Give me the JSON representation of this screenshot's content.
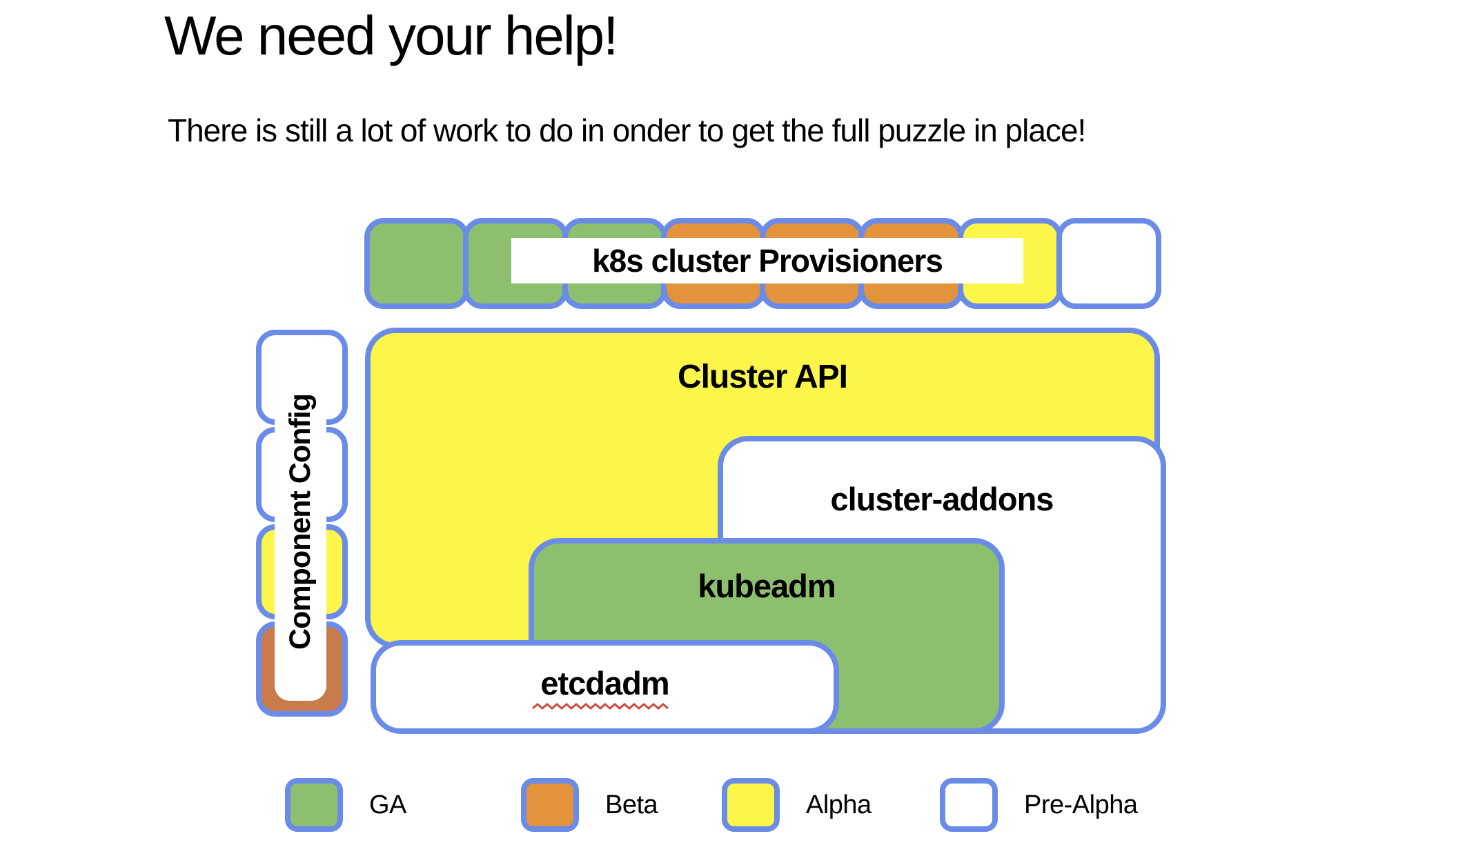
{
  "slide": {
    "title": "We need your help!",
    "subtitle": "There is still a lot of work to do in onder to get the full puzzle in place!"
  },
  "colors": {
    "ga": "#8CC06F",
    "beta": "#E2933C",
    "beta_dark": "#C87C4B",
    "alpha": "#FCF64B",
    "pre_alpha": "#FFFFFF",
    "border_blue": "#6A8BE8",
    "label_text": "#000000",
    "spellcheck_red": "#CC4B3E"
  },
  "provisioners_row": {
    "label": "k8s cluster Provisioners",
    "squares": [
      "ga",
      "ga",
      "ga",
      "beta",
      "beta",
      "beta",
      "alpha",
      "pre_alpha"
    ]
  },
  "component_config": {
    "label": "Component Config",
    "squares": [
      "pre_alpha",
      "pre_alpha",
      "alpha",
      "beta_dark"
    ]
  },
  "boxes": {
    "cluster_api": {
      "label": "Cluster API",
      "status": "alpha"
    },
    "cluster_addons": {
      "label": "cluster-addons",
      "status": "pre_alpha"
    },
    "kubeadm": {
      "label": "kubeadm",
      "status": "ga"
    },
    "etcdadm": {
      "label": "etcdadm",
      "status": "pre_alpha",
      "spellcheck_underline": true
    }
  },
  "legend": {
    "items": [
      {
        "label": "GA",
        "color_key": "ga"
      },
      {
        "label": "Beta",
        "color_key": "beta"
      },
      {
        "label": "Alpha",
        "color_key": "alpha"
      },
      {
        "label": "Pre-Alpha",
        "color_key": "pre_alpha"
      }
    ]
  }
}
